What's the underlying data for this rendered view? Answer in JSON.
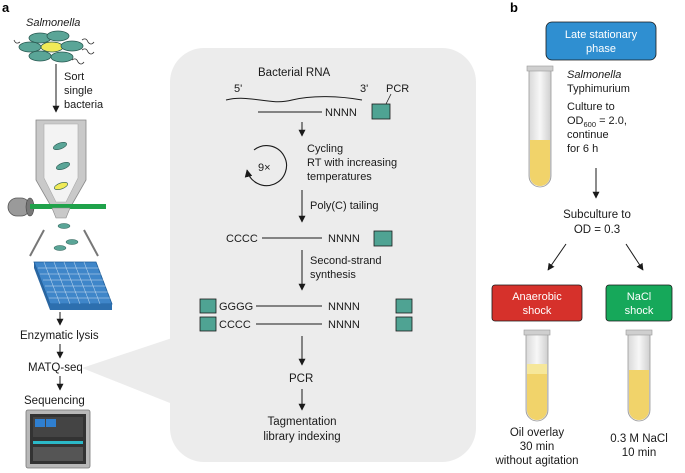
{
  "panels": {
    "a": "a",
    "b": "b"
  },
  "left_column": {
    "organism": "Salmonella",
    "sort_step": [
      "Sort",
      "single",
      "bacteria"
    ],
    "lysis": "Enzymatic lysis",
    "matq": "MATQ-seq",
    "sequencing": "Sequencing"
  },
  "workflow": {
    "rna_label": "Bacterial RNA",
    "five_prime": "5'",
    "three_prime": "3'",
    "nnnn": "NNNN",
    "pcr_tag": "PCR",
    "cycle_count": "9×",
    "cycling": [
      "Cycling",
      "RT with increasing",
      "temperatures"
    ],
    "polyc": "Poly(C) tailing",
    "cccc": "CCCC",
    "gggg": "GGGG",
    "second_strand": [
      "Second-strand",
      "synthesis"
    ],
    "pcr": "PCR",
    "tagmentation": [
      "Tagmentation",
      "library indexing"
    ]
  },
  "panel_b": {
    "start_box": [
      "Late stationary",
      "phase"
    ],
    "culture_species": "Salmonella",
    "culture_text": [
      "Typhimurium",
      "Culture to"
    ],
    "od_prefix": "OD",
    "od_sub": "600",
    "od_suffix": " = 2.0,",
    "culture_tail": [
      "continue",
      "for 6 h"
    ],
    "subculture": [
      "Subculture to",
      "OD = 0.3"
    ],
    "anaerobic_box": [
      "Anaerobic",
      "shock"
    ],
    "nacl_box": [
      "NaCl",
      "shock"
    ],
    "anaerobic_cond": [
      "Oil overlay",
      "30 min",
      "without agitation"
    ],
    "nacl_cond": [
      "0.3 M NaCl",
      "10 min"
    ]
  },
  "colors": {
    "teal_box": "#4fa393",
    "blue_box": "#2f8fd1",
    "red_box": "#d6312b",
    "green_box": "#16a85a",
    "panel_bg": "#ececec",
    "liquid": "#f1d36a",
    "beam": "#1fa24a"
  }
}
